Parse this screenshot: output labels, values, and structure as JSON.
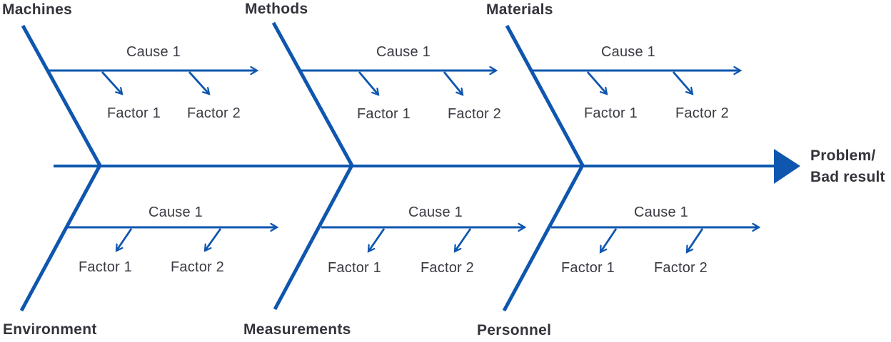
{
  "diagram_type": "fishbone-ishikawa",
  "colors": {
    "line": "#0E56AE",
    "text": "#33333B"
  },
  "problem": {
    "line1": "Problem/",
    "line2": "Bad result"
  },
  "branches": {
    "top": [
      {
        "category": "Machines",
        "cause": "Cause 1",
        "factors": [
          "Factor 1",
          "Factor 2"
        ]
      },
      {
        "category": "Methods",
        "cause": "Cause 1",
        "factors": [
          "Factor 1",
          "Factor 2"
        ]
      },
      {
        "category": "Materials",
        "cause": "Cause 1",
        "factors": [
          "Factor 1",
          "Factor 2"
        ]
      }
    ],
    "bottom": [
      {
        "category": "Environment",
        "cause": "Cause 1",
        "factors": [
          "Factor 1",
          "Factor 2"
        ]
      },
      {
        "category": "Measurements",
        "cause": "Cause 1",
        "factors": [
          "Factor 1",
          "Factor 2"
        ]
      },
      {
        "category": "Personnel",
        "cause": "Cause 1",
        "factors": [
          "Factor 1",
          "Factor 2"
        ]
      }
    ]
  }
}
